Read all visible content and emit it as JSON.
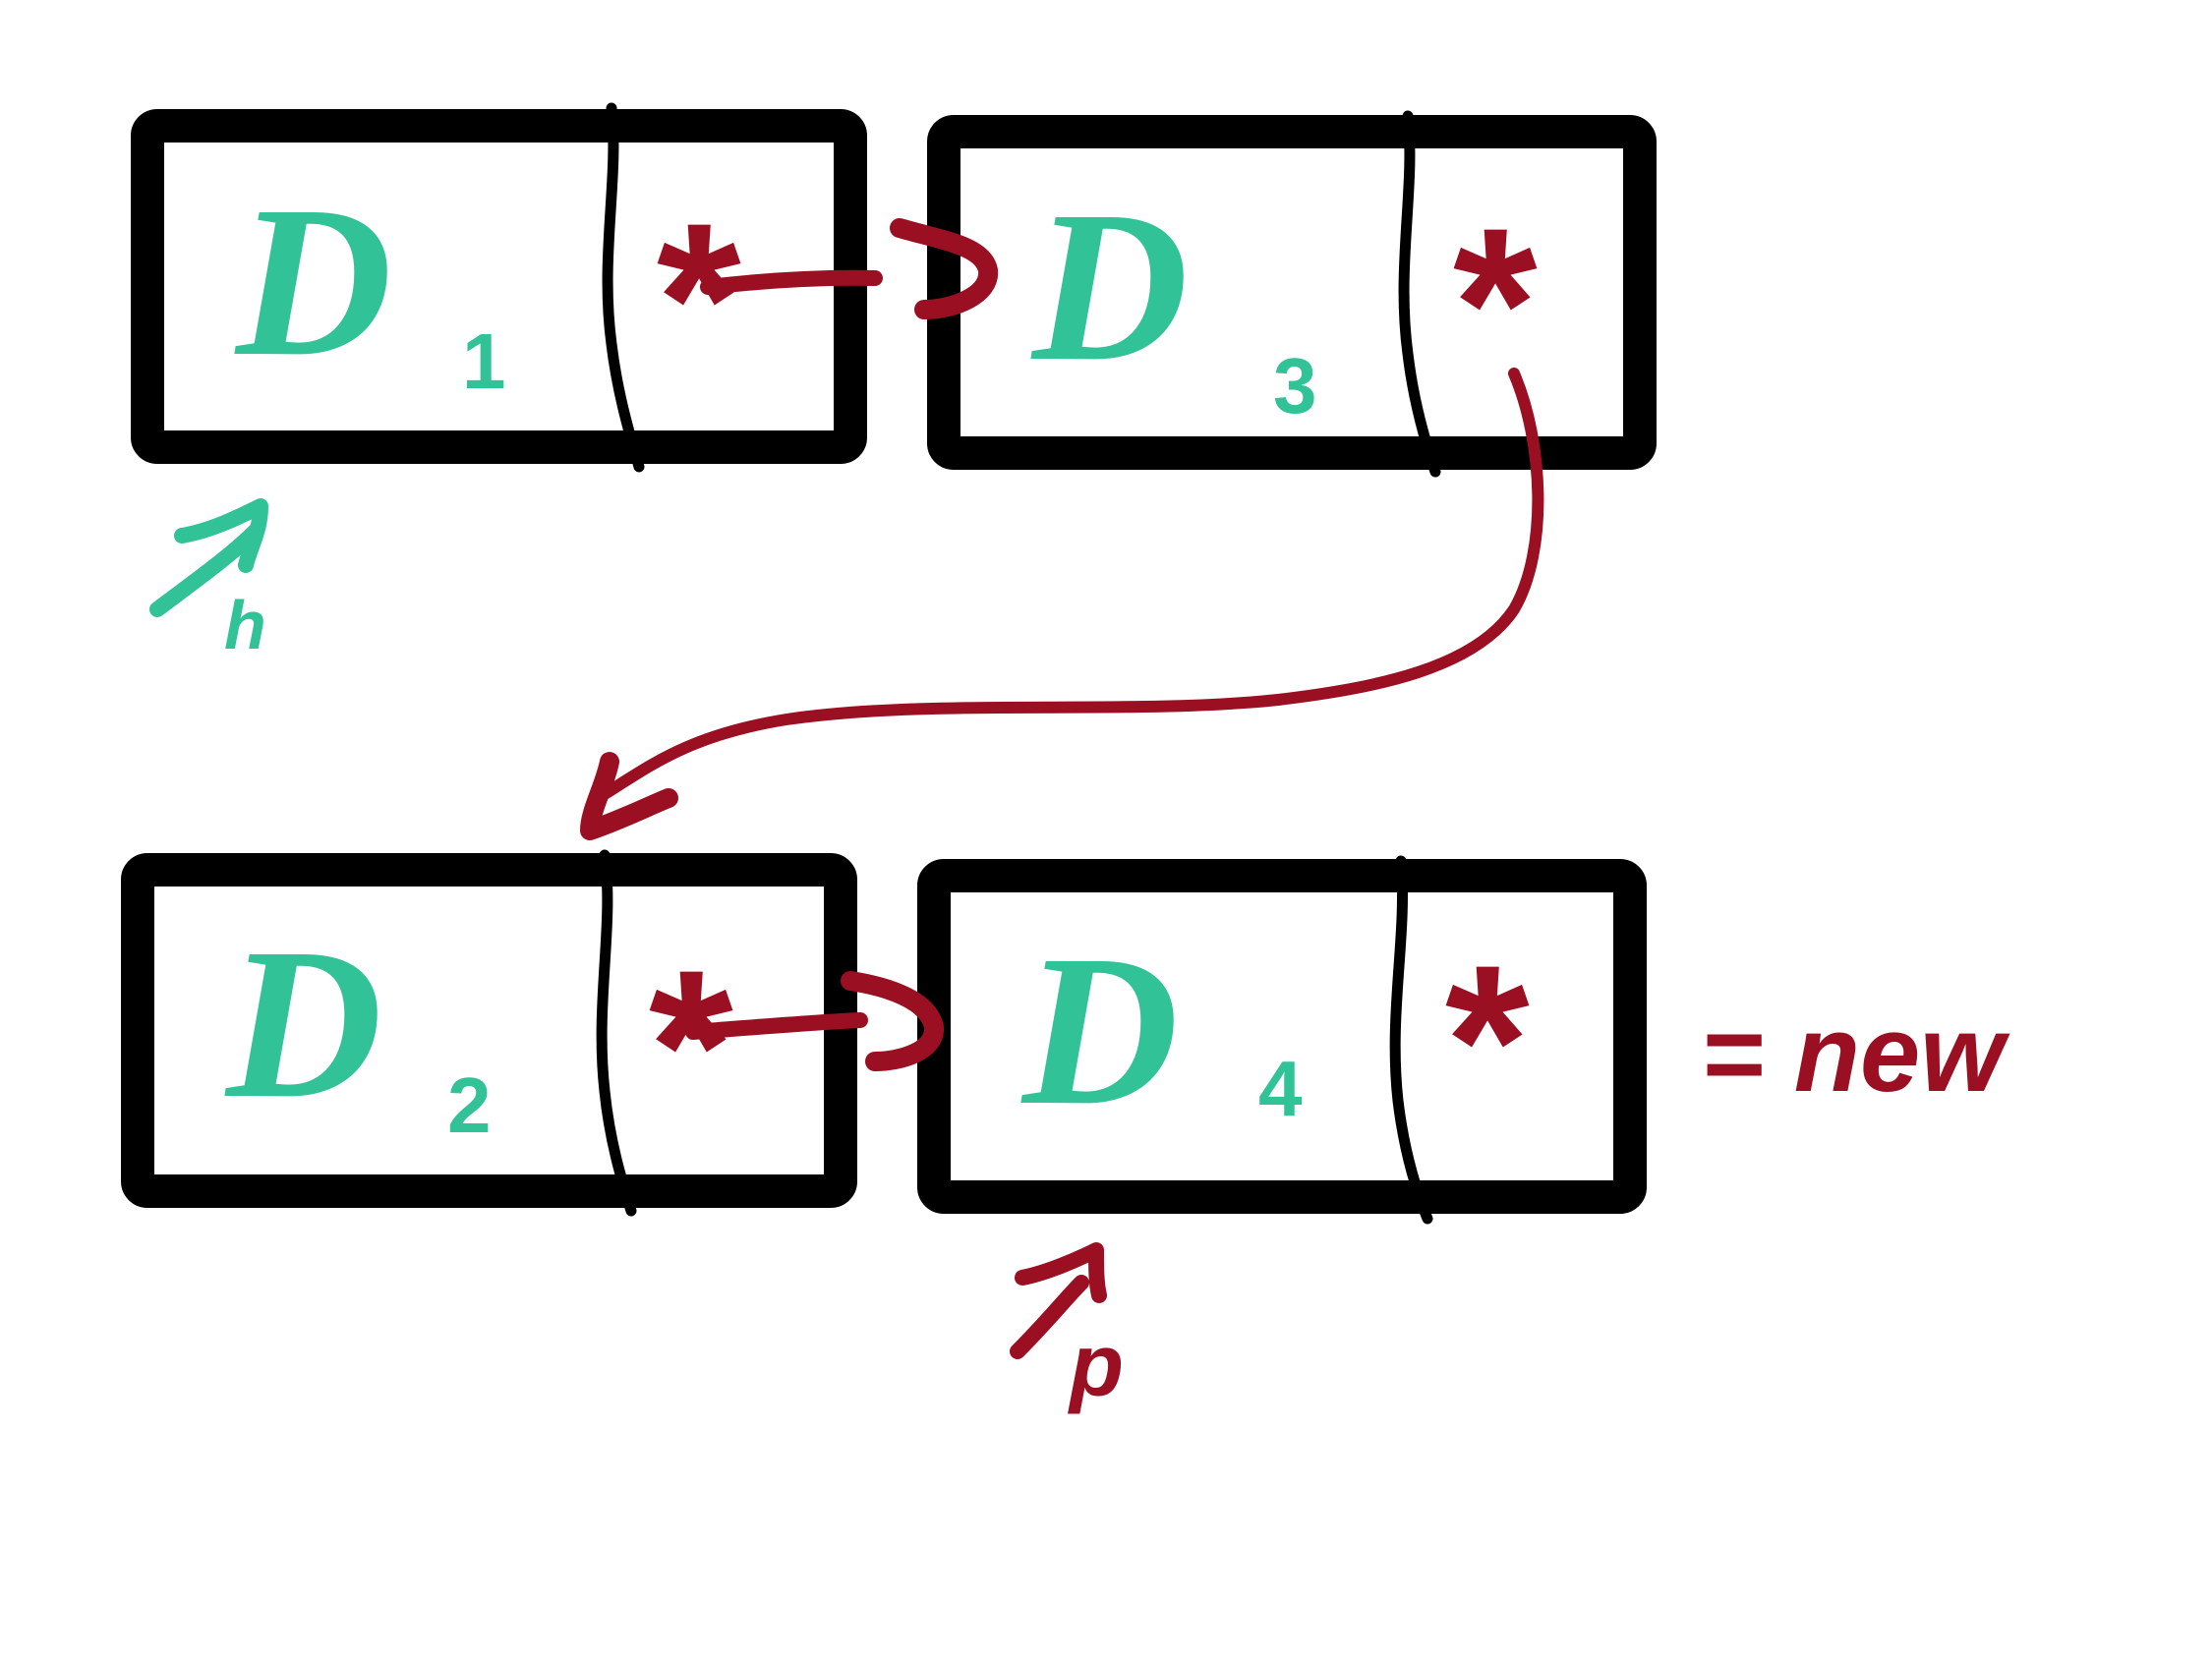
{
  "colors": {
    "outline": "#000000",
    "data_label": "#31c297",
    "pointer": "#9a0f21"
  },
  "nodes": [
    {
      "data_letter": "D",
      "data_index": "1",
      "pointer_symbol": "*"
    },
    {
      "data_letter": "D",
      "data_index": "3",
      "pointer_symbol": "*"
    },
    {
      "data_letter": "D",
      "data_index": "2",
      "pointer_symbol": "*"
    },
    {
      "data_letter": "D",
      "data_index": "4",
      "pointer_symbol": "*"
    }
  ],
  "annotations": {
    "first_pointer": {
      "symbol": "↗",
      "text": "h"
    },
    "second_pointer": {
      "symbol": "↗",
      "text": "p"
    },
    "new_label": "= new"
  }
}
